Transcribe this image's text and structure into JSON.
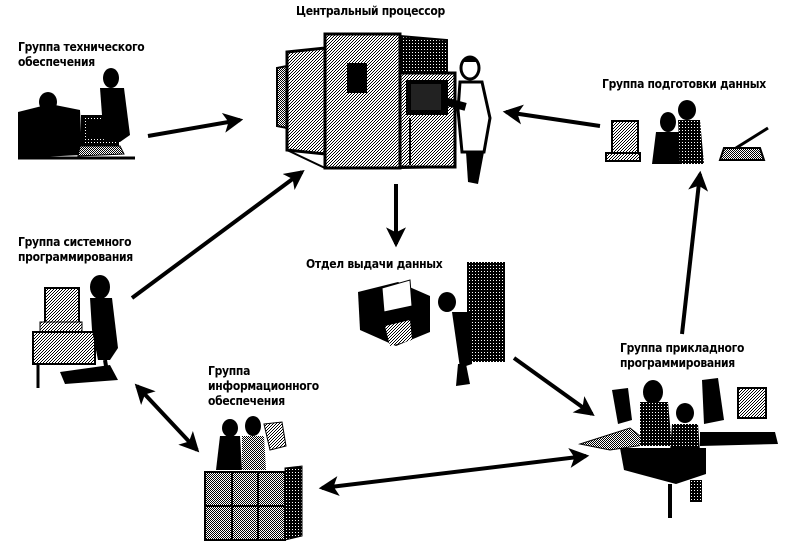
{
  "diagram": {
    "title": "Центральный процессор",
    "colors": {
      "ink": "#000000",
      "paper": "#ffffff",
      "dither_light": "#c8c8c8",
      "dither_mid": "#8a8a8a",
      "dither_dark": "#404040"
    },
    "nodes": [
      {
        "id": "cpu",
        "label": "Центральный процессор",
        "icon": "mainframe-computer-with-operator-icon"
      },
      {
        "id": "tech",
        "label": "Группа технического\nобеспечения",
        "icon": "technicians-at-workstation-icon"
      },
      {
        "id": "prep",
        "label": "Группа подготовки данных",
        "icon": "data-entry-workers-with-scanner-icon"
      },
      {
        "id": "sys",
        "label": "Группа системного\nпрограммирования",
        "icon": "programmer-at-desk-icon"
      },
      {
        "id": "out",
        "label": "Отдел выдачи данных",
        "icon": "printer-and-paper-stack-icon"
      },
      {
        "id": "info",
        "label": "Группа\nинформационного\nобеспечения",
        "icon": "people-at-file-cabinet-icon"
      },
      {
        "id": "app",
        "label": "Группа прикладного\nпрограммирования",
        "icon": "applied-programmers-at-desks-icon"
      }
    ],
    "edges": [
      {
        "from": "tech",
        "to": "cpu",
        "direction": "one-way"
      },
      {
        "from": "prep",
        "to": "cpu",
        "direction": "one-way"
      },
      {
        "from": "sys",
        "to": "cpu",
        "direction": "one-way"
      },
      {
        "from": "cpu",
        "to": "out",
        "direction": "one-way"
      },
      {
        "from": "out",
        "to": "app",
        "direction": "one-way"
      },
      {
        "from": "app",
        "to": "prep",
        "direction": "one-way"
      },
      {
        "from": "sys",
        "to": "info",
        "direction": "two-way"
      },
      {
        "from": "info",
        "to": "app",
        "direction": "two-way"
      }
    ]
  }
}
